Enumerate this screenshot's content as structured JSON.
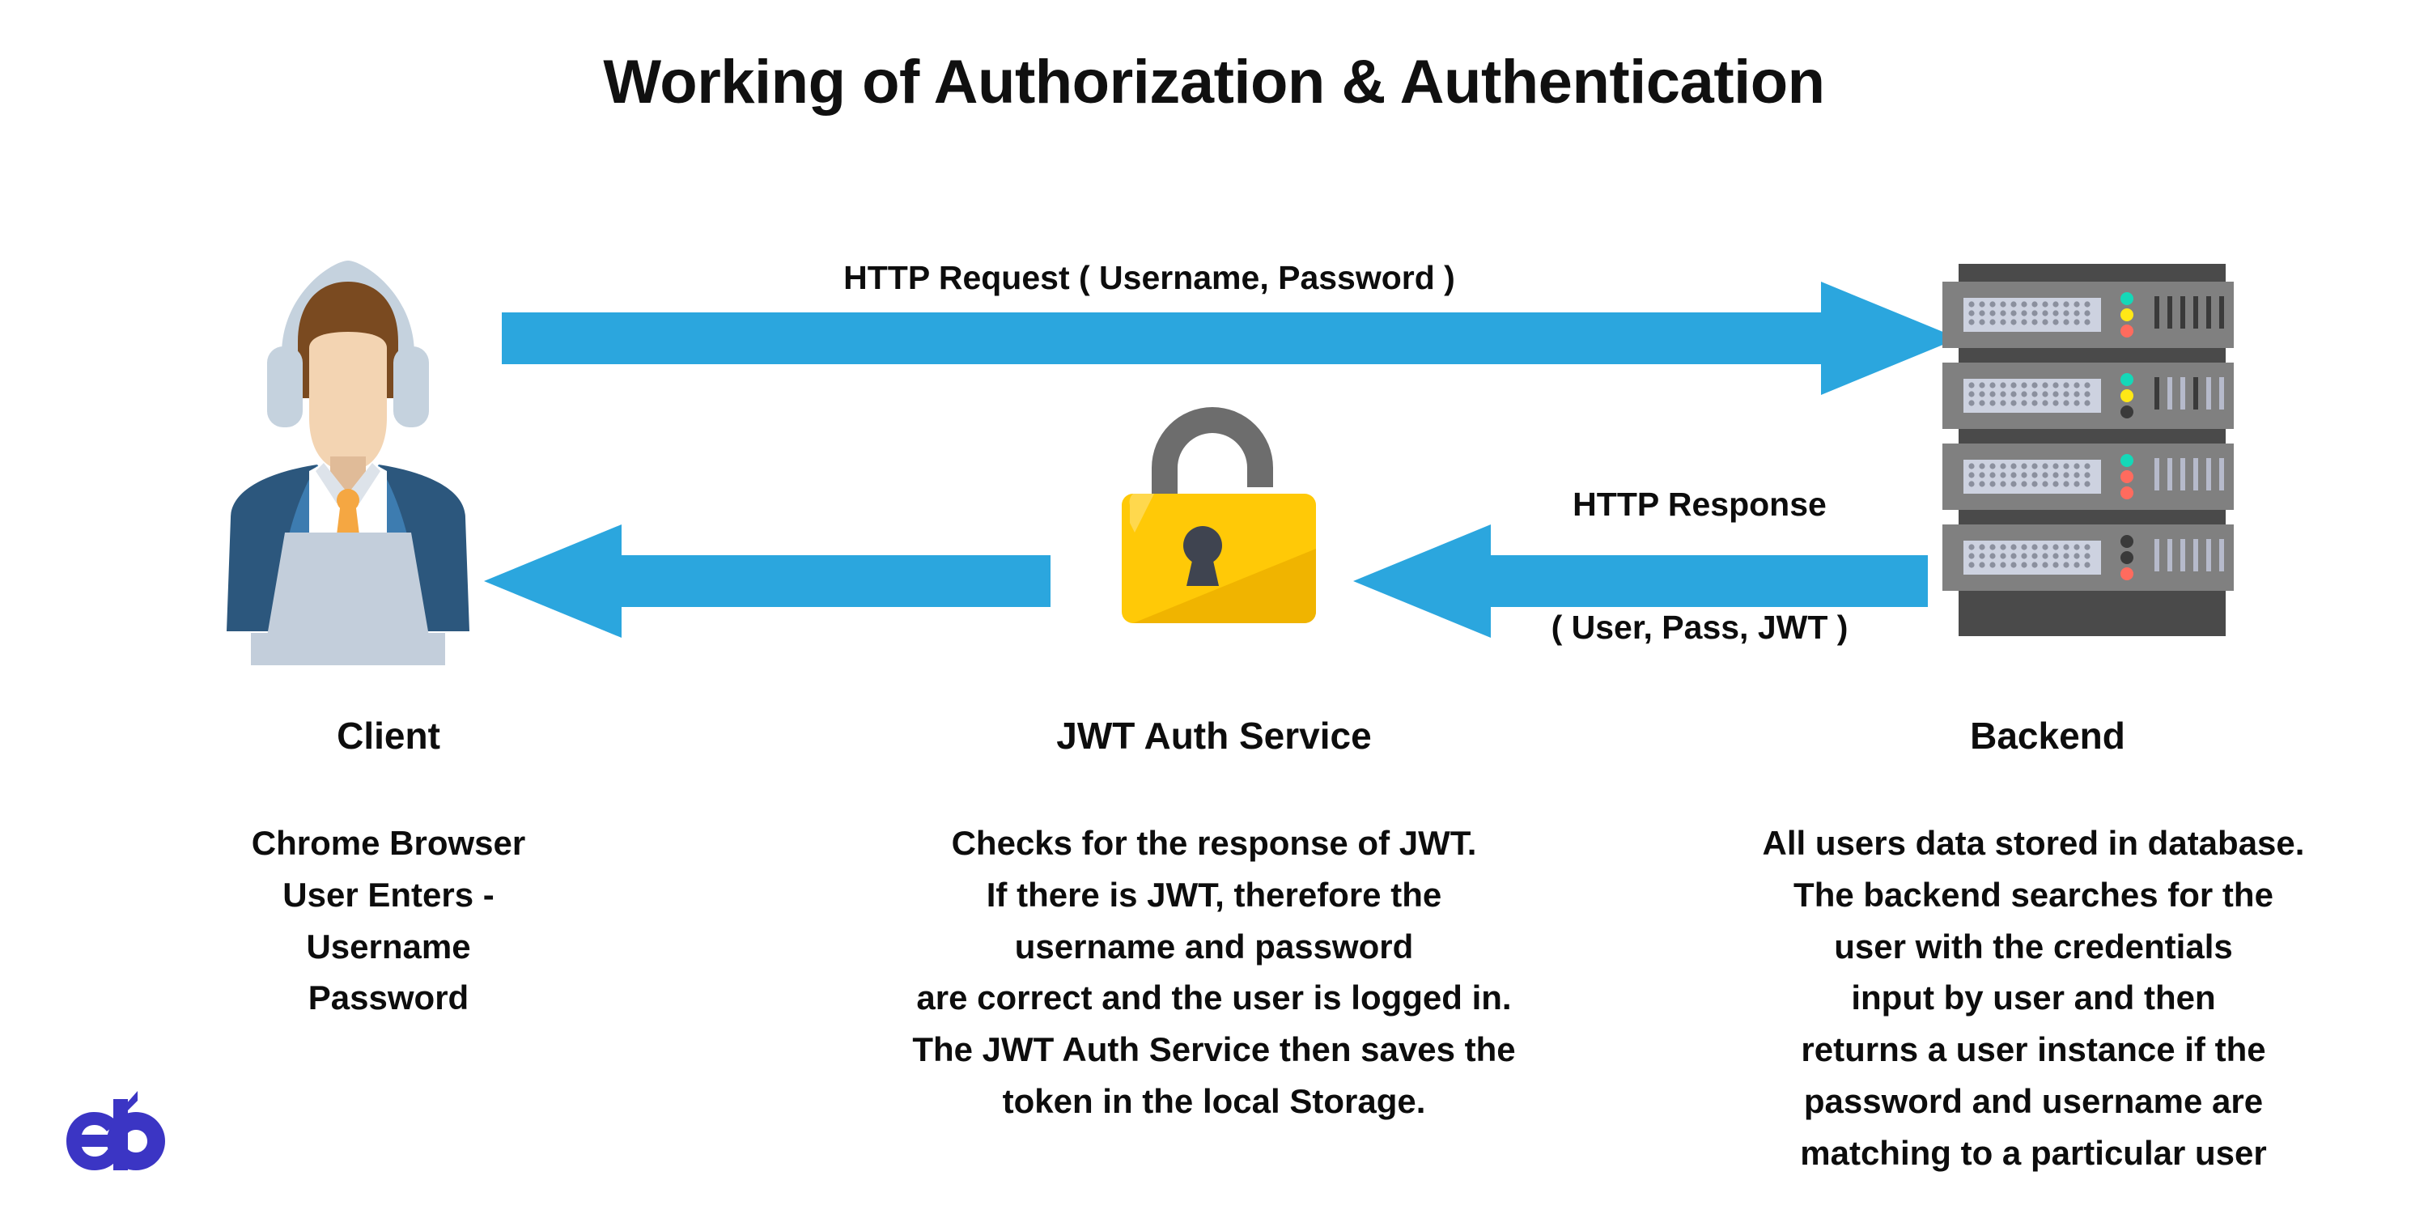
{
  "diagram": {
    "title": "Working of Authorization & Authentication",
    "accent_blue": "#2BA6DE",
    "text_color": "#0d0d0d",
    "background": "#ffffff"
  },
  "flows": [
    {
      "id": "http-request",
      "direction": "client-to-backend",
      "label": "HTTP Request ( Username, Password )",
      "color": "#2BA6DE"
    },
    {
      "id": "http-response",
      "direction": "backend-to-jwt",
      "label_top": "HTTP Response",
      "label_bottom": "( User, Pass, JWT )",
      "color": "#2BA6DE"
    },
    {
      "id": "jwt-to-client",
      "direction": "jwt-to-client",
      "label": "",
      "color": "#2BA6DE"
    }
  ],
  "columns": [
    {
      "id": "client",
      "heading": "Client",
      "icon": "person-with-headset-laptop-icon",
      "description": "Chrome Browser\nUser Enters -\nUsername\nPassword"
    },
    {
      "id": "jwt-auth-service",
      "heading": "JWT Auth Service",
      "icon": "open-padlock-icon",
      "description": "Checks for the response of JWT.\nIf there is JWT, therefore the\nusername and password\nare correct and the user is logged in.\nThe JWT Auth Service then saves the\ntoken in the local Storage."
    },
    {
      "id": "backend",
      "heading": "Backend",
      "icon": "server-rack-icon",
      "description": "All users data stored in database.\nThe backend searches for the\nuser with the credentials\ninput by user and then\nreturns a user instance if the\npassword and username are\nmatching to a particular user"
    }
  ],
  "client_figure": {
    "headphone_color": "#c5d2de",
    "hair_color": "#7a4a20",
    "skin_color": "#f3d4b2",
    "suit_color": "#3d7cb0",
    "suit_shadow": "#2c577d",
    "shirt_color": "#ffffff",
    "tie_color": "#f5a council",
    "laptop_color": "#c3cedb"
  },
  "padlock": {
    "body_color": "#FFC907",
    "body_shadow": "#F0B400",
    "shackle_color": "#6d6d6d",
    "keyhole_color": "#3f4450",
    "state": "unlocked"
  },
  "server_rack": {
    "frame_color": "#4a4a4a",
    "unit_color": "#808080",
    "panel_color": "#cdd2e0",
    "dot_color": "#8b909e",
    "units": [
      {
        "leds": [
          "#14d8b8",
          "#ffe816",
          "#ff6b5e"
        ],
        "bars": "dark"
      },
      {
        "leds": [
          "#14d8b8",
          "#ffe816",
          "#3a3a3a"
        ],
        "bars": "mixed"
      },
      {
        "leds": [
          "#14d8b8",
          "#ff6b5e",
          "#ff6b5e"
        ],
        "bars": "light"
      },
      {
        "leds": [
          "#3a3a3a",
          "#3a3a3a",
          "#ff6b5e"
        ],
        "bars": "light"
      }
    ],
    "dot_rows": 4,
    "dot_cols": 13,
    "bar_count": 7
  },
  "brand": {
    "logo_text": "eb",
    "logo_color": "#3b35c4"
  }
}
